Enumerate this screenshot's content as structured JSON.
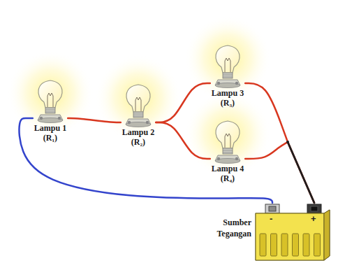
{
  "diagram": {
    "nodes": [
      {
        "text": [
          "Lampu 1",
          "(R₁)"
        ]
      },
      {
        "text": [
          "Lampu 2",
          "(R₂)"
        ]
      },
      {
        "text": [
          "Lampu 3",
          "(R₃)"
        ]
      },
      {
        "text": [
          "Lampu 4",
          "(R₄)"
        ]
      },
      {
        "text": [
          "Sumber Tegangan"
        ]
      }
    ],
    "edges": [
      {
        "from": 0,
        "to": 1,
        "arrow": "none"
      },
      {
        "from": 1,
        "to": 2,
        "arrow": "none"
      },
      {
        "from": 1,
        "to": 3,
        "arrow": "none"
      },
      {
        "from": 2,
        "to": 4,
        "arrow": "none"
      },
      {
        "from": 3,
        "to": 4,
        "arrow": "none"
      },
      {
        "from": 4,
        "to": 0,
        "arrow": "none"
      }
    ],
    "labels": [
      "-",
      "+"
    ]
  }
}
